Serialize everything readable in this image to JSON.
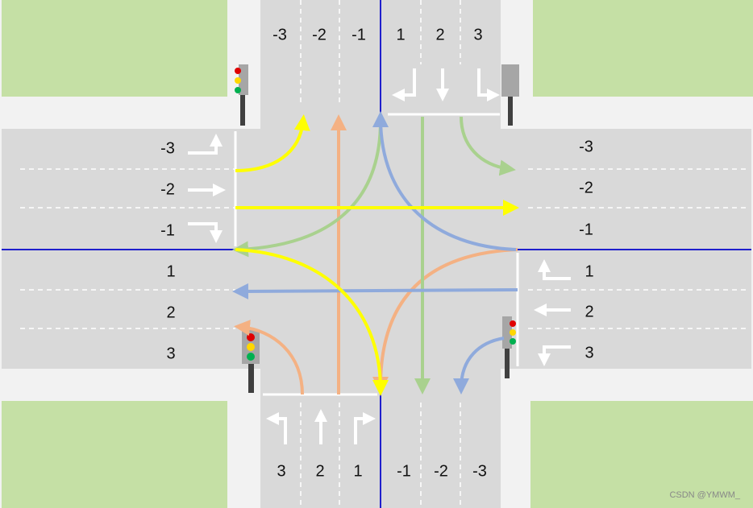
{
  "lane_labels": {
    "north": [
      "-3",
      "-2",
      "-1",
      "1",
      "2",
      "3"
    ],
    "south": [
      "3",
      "2",
      "1",
      "-1",
      "-2",
      "-3"
    ],
    "west": [
      "-3",
      "-2",
      "-1",
      "1",
      "2",
      "3"
    ],
    "east": [
      "-3",
      "-2",
      "-1",
      "1",
      "2",
      "3"
    ]
  },
  "colors": {
    "grass": "#c5e0a5",
    "road": "#d9d9d9",
    "sidewalk": "#f2f2f2",
    "centerline": "#1f1fcc",
    "yellow_path": "#ffff00",
    "orange_path": "#f4b183",
    "green_path": "#a9d18e",
    "blue_path": "#8faadc"
  },
  "watermark": "CSDN @YMWM_"
}
